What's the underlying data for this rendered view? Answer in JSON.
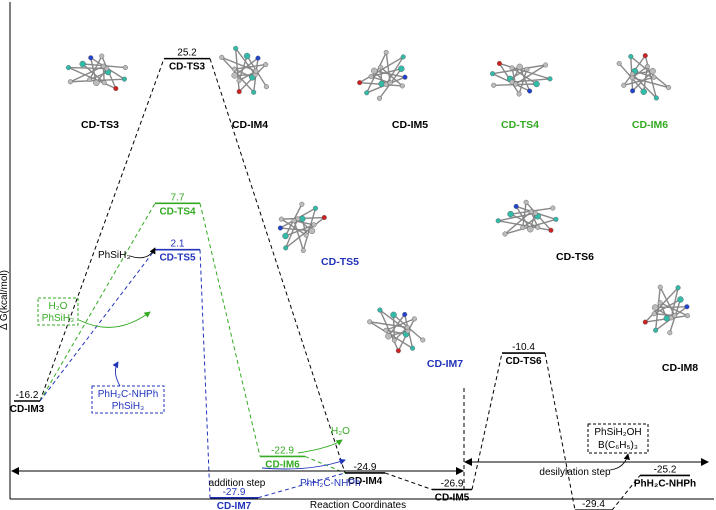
{
  "chart_data": {
    "type": "line",
    "xlabel": "Reaction Coordinates",
    "ylabel": "Δ G(kcal/mol)",
    "colors": {
      "black": "#000000",
      "green": "#33aa22",
      "blue": "#2233bb"
    },
    "levels": [
      {
        "id": "im3",
        "name": "CD-IM3",
        "value": -16.2,
        "label": "-16.2",
        "color": "black"
      },
      {
        "id": "ts3",
        "name": "CD-TS3",
        "value": 25.2,
        "label": "25.2",
        "color": "black"
      },
      {
        "id": "ts4",
        "name": "CD-TS4",
        "value": 7.7,
        "label": "7.7",
        "color": "green"
      },
      {
        "id": "ts5",
        "name": "CD-TS5",
        "value": 2.1,
        "label": "2.1",
        "color": "blue"
      },
      {
        "id": "im6",
        "name": "CD-IM6",
        "value": -22.9,
        "label": "-22.9",
        "color": "green"
      },
      {
        "id": "im7",
        "name": "CD-IM7",
        "value": -27.9,
        "label": "-27.9",
        "color": "blue"
      },
      {
        "id": "im4",
        "name": "CD-IM4",
        "value": -24.9,
        "label": "-24.9",
        "color": "black"
      },
      {
        "id": "im5",
        "name": "CD-IM5",
        "value": -26.9,
        "label": "-26.9",
        "color": "black"
      },
      {
        "id": "ts6",
        "name": "CD-TS6",
        "value": -10.4,
        "label": "-10.4",
        "color": "black"
      },
      {
        "id": "im8",
        "name": "CD-IM8",
        "value": -29.4,
        "label": "-29.4",
        "color": "black"
      },
      {
        "id": "prod",
        "name": "PhH₂C-NHPh",
        "value": -25.2,
        "label": "-25.2",
        "color": "black"
      }
    ],
    "connections": [
      {
        "from": "im3",
        "to": "ts3",
        "color": "black"
      },
      {
        "from": "ts3",
        "to": "im4",
        "color": "black"
      },
      {
        "from": "im3",
        "to": "ts4",
        "color": "green"
      },
      {
        "from": "ts4",
        "to": "im6",
        "color": "green"
      },
      {
        "from": "im6",
        "to": "im4",
        "color": "green"
      },
      {
        "from": "im3",
        "to": "ts5",
        "color": "blue"
      },
      {
        "from": "ts5",
        "to": "im7",
        "color": "blue"
      },
      {
        "from": "im7",
        "to": "im4",
        "color": "blue"
      },
      {
        "from": "im4",
        "to": "im5",
        "color": "black"
      },
      {
        "from": "im5",
        "to": "ts6",
        "color": "black"
      },
      {
        "from": "ts6",
        "to": "im8",
        "color": "black"
      },
      {
        "from": "im8",
        "to": "prod",
        "color": "black"
      }
    ],
    "annotations": {
      "phsih3": "PhSiH₃",
      "green_box": [
        "H₂O",
        "PhSiH₃"
      ],
      "blue_box": [
        "PhH₂C-NHPh",
        "PhSiH₃"
      ],
      "h2o": "H₂O",
      "benzylaniline": "PhH₂C-NHPh",
      "silanol_box": [
        "PhSiH₂OH",
        "B(C₆H₅)₃"
      ]
    },
    "steps": {
      "addition": "addition step",
      "desilylation": "desilylation step"
    },
    "structures": [
      {
        "id": "s-ts3",
        "label": "CD-TS3",
        "color": "black"
      },
      {
        "id": "s-im4",
        "label": "CD-IM4",
        "color": "black"
      },
      {
        "id": "s-im5",
        "label": "CD-IM5",
        "color": "black"
      },
      {
        "id": "s-ts4",
        "label": "CD-TS4",
        "color": "green"
      },
      {
        "id": "s-im6",
        "label": "CD-IM6",
        "color": "green"
      },
      {
        "id": "s-ts5",
        "label": "CD-TS5",
        "color": "blue"
      },
      {
        "id": "s-ts6",
        "label": "CD-TS6",
        "color": "black"
      },
      {
        "id": "s-im7",
        "label": "CD-IM7",
        "color": "blue"
      },
      {
        "id": "s-im8",
        "label": "CD-IM8",
        "color": "black"
      }
    ]
  }
}
